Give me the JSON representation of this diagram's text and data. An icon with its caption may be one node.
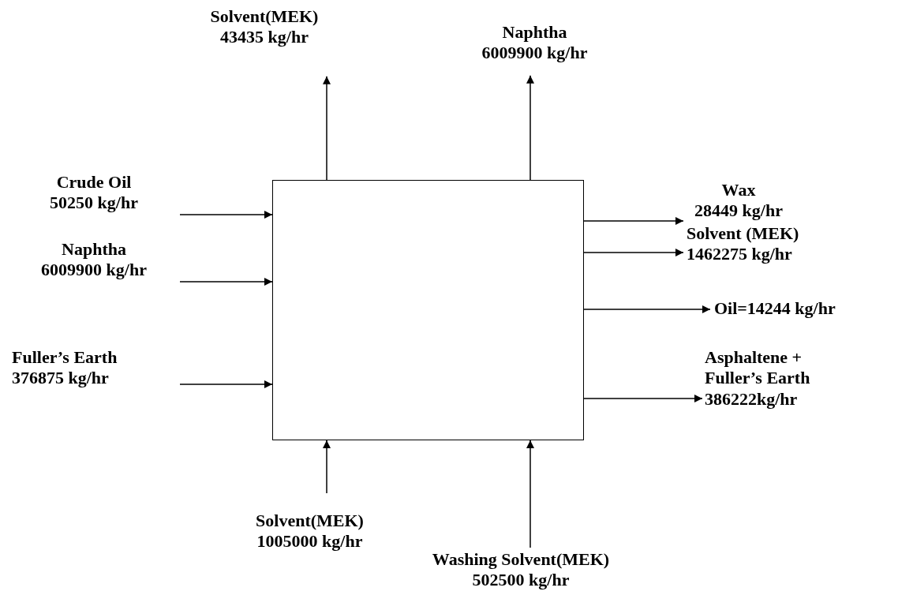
{
  "diagram": {
    "nodes": [
      {
        "text": [
          "Solvent(MEK)",
          "43435 kg/hr"
        ]
      },
      {
        "text": [
          "Naphtha",
          "6009900 kg/hr"
        ]
      },
      {
        "text": [],
        "shape": "box"
      },
      {
        "text": [
          "Crude Oil",
          "50250 kg/hr"
        ]
      },
      {
        "text": [
          "Naphtha",
          "6009900 kg/hr"
        ]
      },
      {
        "text": [
          "Fuller’s Earth",
          "376875 kg/hr"
        ]
      },
      {
        "text": [
          "Wax",
          "28449 kg/hr"
        ]
      },
      {
        "text": [
          "Solvent (MEK)",
          "1462275 kg/hr"
        ]
      },
      {
        "text": [
          "Oil=14244 kg/hr"
        ]
      },
      {
        "text": [
          "Asphaltene + Fuller’s Earth",
          "386222kg/hr"
        ]
      },
      {
        "text": [
          "Solvent(MEK)",
          "1005000 kg/hr"
        ]
      },
      {
        "text": [
          "Washing Solvent(MEK)",
          "502500 kg/hr"
        ]
      }
    ],
    "edges": [
      {
        "from": 2,
        "to": 0,
        "arrow": "to"
      },
      {
        "from": 2,
        "to": 1,
        "arrow": "to"
      },
      {
        "from": 3,
        "to": 2,
        "arrow": "to"
      },
      {
        "from": 4,
        "to": 2,
        "arrow": "to"
      },
      {
        "from": 5,
        "to": 2,
        "arrow": "to"
      },
      {
        "from": 2,
        "to": 6,
        "arrow": "to"
      },
      {
        "from": 2,
        "to": 7,
        "arrow": "to"
      },
      {
        "from": 2,
        "to": 8,
        "arrow": "to"
      },
      {
        "from": 2,
        "to": 9,
        "arrow": "to"
      },
      {
        "from": 10,
        "to": 2,
        "arrow": "to"
      },
      {
        "from": 11,
        "to": 2,
        "arrow": "to"
      }
    ]
  }
}
